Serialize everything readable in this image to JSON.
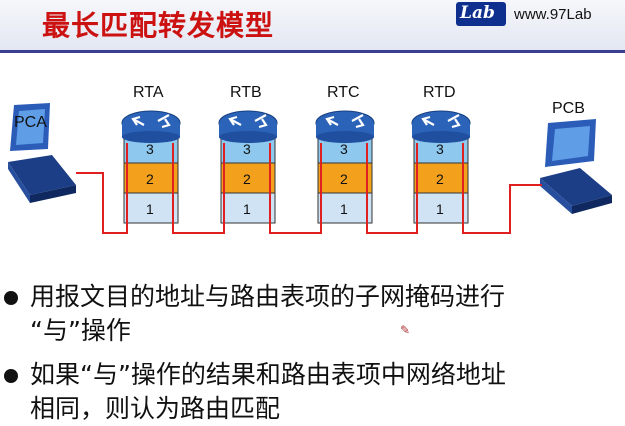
{
  "header": {
    "title": "最长匹配转发模型",
    "logo": "Lab",
    "site": "www.97Lab"
  },
  "diagram": {
    "hosts": [
      {
        "label": "PCA"
      },
      {
        "label": "PCB"
      }
    ],
    "routers": [
      {
        "label": "RTA"
      },
      {
        "label": "RTB"
      },
      {
        "label": "RTC"
      },
      {
        "label": "RTD"
      }
    ],
    "layers": [
      "3",
      "2",
      "1"
    ],
    "colors": {
      "layer3": "#8fc8ee",
      "layer2": "#f3a11c",
      "layer1": "#cfe3f4",
      "path": "#e02020",
      "router": "#2b63b8"
    }
  },
  "bullets": [
    {
      "line1": "用报文目的地址与路由表项的子网掩码进行",
      "line2": "“与”操作"
    },
    {
      "line1": "如果“与”操作的结果和路由表项中网络地址",
      "line2": "相同，则认为路由匹配"
    }
  ]
}
